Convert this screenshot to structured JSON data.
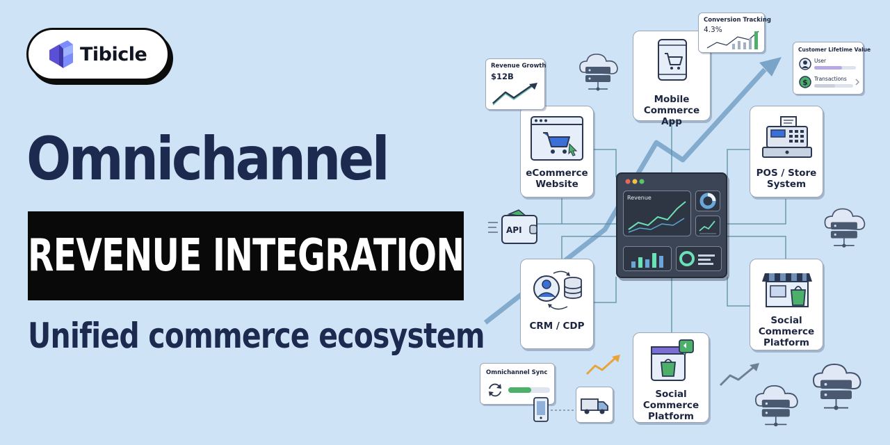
{
  "brand": {
    "name": "Tibicle"
  },
  "headline": {
    "title": "Omnichannel",
    "banner": "REVENUE INTEGRATION",
    "subtitle": "Unified commerce ecosystem"
  },
  "hub": {
    "panel_label": "Revenue"
  },
  "nodes": {
    "ecommerce": "eCommerce Website",
    "mobile": "Mobile Commerce App",
    "pos": "POS / Store System",
    "crm": "CRM / CDP",
    "social_right": "Social Commerce Platform",
    "social_bottom": "Social Commerce Platform"
  },
  "widgets": {
    "revenue_growth": {
      "title": "Revenue Growth",
      "value": "$12B"
    },
    "conversion": {
      "title": "Conversion Tracking",
      "value": "4.3%"
    },
    "clv": {
      "title": "Customer Lifetime Value",
      "user_label": "User",
      "transactions_label": "Transactions"
    },
    "api": {
      "label": "API"
    },
    "sync": {
      "title": "Omnichannel Sync",
      "progress": 0.55
    }
  },
  "colors": {
    "background": "#cfe3f7",
    "ink": "#1d2a4f",
    "banner": "#090909",
    "accent_green": "#4caf6a",
    "accent_blue": "#3a6fd8",
    "trend_arrow": "#6f9cc2",
    "logo_purple": "#6c5ce7"
  }
}
